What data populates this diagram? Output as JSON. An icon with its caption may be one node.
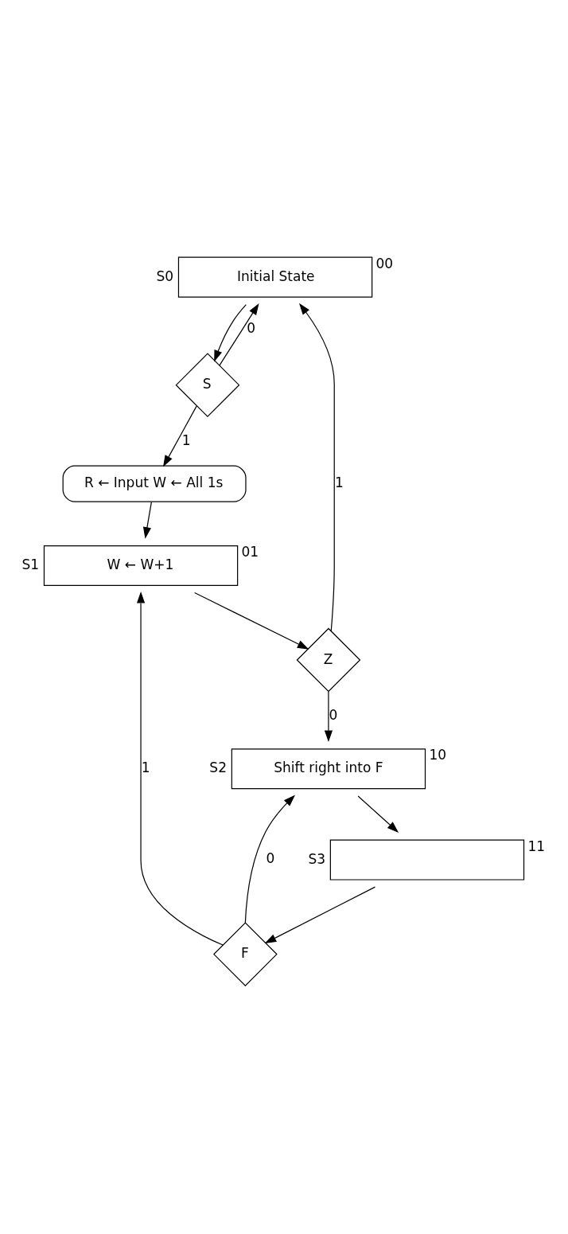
{
  "diagram": {
    "nodes": [
      {
        "text": [
          "Initial State"
        ],
        "beside": [
          "S0",
          "00"
        ]
      },
      {
        "text": [
          "S"
        ]
      },
      {
        "text": [
          "R ← Input W ← All 1s"
        ]
      },
      {
        "text": [
          "W ← W+1"
        ],
        "beside": [
          "S1",
          "01"
        ]
      },
      {
        "text": [
          "Z"
        ]
      },
      {
        "text": [
          "Shift right into F"
        ],
        "beside": [
          "S2",
          "10"
        ]
      },
      {
        "text": [],
        "shape": "box",
        "beside": [
          "S3",
          "11"
        ]
      },
      {
        "text": [
          "F"
        ]
      }
    ],
    "edges": [
      {
        "from": 0,
        "to": 1,
        "arrow": "to"
      },
      {
        "from": 1,
        "to": 0,
        "arrow": "to",
        "label": "0"
      },
      {
        "from": 1,
        "to": 2,
        "arrow": "to",
        "label": "1"
      },
      {
        "from": 2,
        "to": 3,
        "arrow": "to"
      },
      {
        "from": 3,
        "to": 4,
        "arrow": "to"
      },
      {
        "from": 4,
        "to": 0,
        "arrow": "to",
        "label": "1"
      },
      {
        "from": 4,
        "to": 5,
        "arrow": "to",
        "label": "0"
      },
      {
        "from": 5,
        "to": 6,
        "arrow": "to"
      },
      {
        "from": 6,
        "to": 7,
        "arrow": "to"
      },
      {
        "from": 7,
        "to": 5,
        "arrow": "to",
        "label": "0"
      },
      {
        "from": 7,
        "to": 3,
        "arrow": "to",
        "label": "1"
      }
    ]
  }
}
